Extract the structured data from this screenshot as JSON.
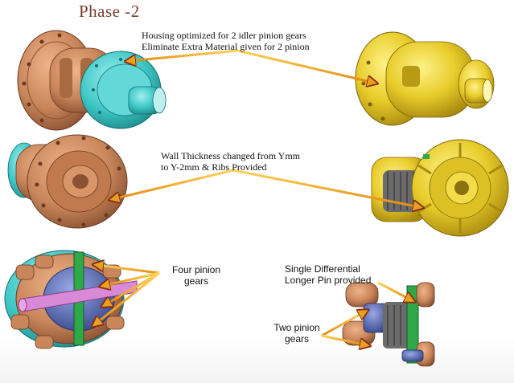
{
  "title": "Phase -2",
  "annotations": {
    "housing_note": "Housing optimized for 2 idler pinion gears\nEliminate Extra Material given for 2 pinion",
    "wall_note": "Wall Thickness changed from Ymm\nto Y-2mm & Ribs Provided",
    "four_pinion_note": "Four pinion\ngears",
    "single_diff_note": "Single Differential\nLonger Pin provided",
    "two_pinion_note": "Two pinion\ngears"
  },
  "colors": {
    "old_design": "#c9865a",
    "old_design_inner": "#3cc6c6",
    "new_design": "#e8cc2a",
    "gear_blue": "#5c6fb8",
    "pin_green": "#2fa84a",
    "pin_pink": "#d98ad6",
    "arrow": "#e8a020",
    "arrow_edge": "#8a2a10",
    "title": "#7a3b2e"
  }
}
